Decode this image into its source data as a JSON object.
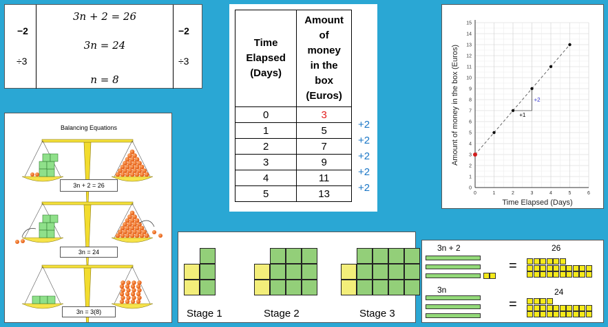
{
  "equation_panel": {
    "lines": [
      "3n + 2 = 26",
      "3n = 24",
      "n = 8"
    ],
    "left_ops": [
      "−2",
      "÷3"
    ],
    "right_ops": [
      "−2",
      "÷3"
    ]
  },
  "table_panel": {
    "col1_header": [
      "Time",
      "Elapsed",
      "(Days)"
    ],
    "col2_header": [
      "Amount",
      "of",
      "money",
      "in the",
      "box",
      "(Euros)"
    ],
    "rows": [
      {
        "days": "0",
        "euros": "3"
      },
      {
        "days": "1",
        "euros": "5"
      },
      {
        "days": "2",
        "euros": "7"
      },
      {
        "days": "3",
        "euros": "9"
      },
      {
        "days": "4",
        "euros": "11"
      },
      {
        "days": "5",
        "euros": "13"
      }
    ],
    "differences": [
      "+2",
      "+2",
      "+2",
      "+2",
      "+2"
    ],
    "highlight_color": "#e31b1b",
    "difference_color": "#1a76c6"
  },
  "graph_panel": {
    "chart_data": {
      "type": "scatter",
      "xlabel": "Time Elapsed (Days)",
      "ylabel": "Amount of money in the box (Euros)",
      "xlim": [
        0,
        6
      ],
      "ylim": [
        0,
        15
      ],
      "x_ticks": [
        "0",
        "1",
        "2",
        "3",
        "4",
        "5",
        "6"
      ],
      "y_ticks": [
        "0",
        "1",
        "2",
        "3",
        "4",
        "5",
        "6",
        "7",
        "8",
        "9",
        "10",
        "11",
        "12",
        "13",
        "14",
        "15"
      ],
      "x": [
        0,
        1,
        2,
        3,
        4,
        5
      ],
      "y": [
        3,
        5,
        7,
        9,
        11,
        13
      ],
      "trend_line": "dashed",
      "annotations": [
        {
          "text": "+1",
          "color": "#000000"
        },
        {
          "text": "+2",
          "color": "#3a3ad0"
        }
      ],
      "grid": true
    }
  },
  "balance_panel": {
    "title": "Balancing Equations",
    "captions": [
      "3n + 2 = 26",
      "3n = 24",
      "3n = 3(8)"
    ]
  },
  "pattern_panel": {
    "stages": [
      "Stage 1",
      "Stage 2",
      "Stage 3"
    ]
  },
  "bar_panel": {
    "top_left_label": "3n + 2",
    "top_right_label": "26",
    "bottom_left_label": "3n",
    "bottom_right_label": "24",
    "equals": [
      "=",
      "="
    ]
  }
}
